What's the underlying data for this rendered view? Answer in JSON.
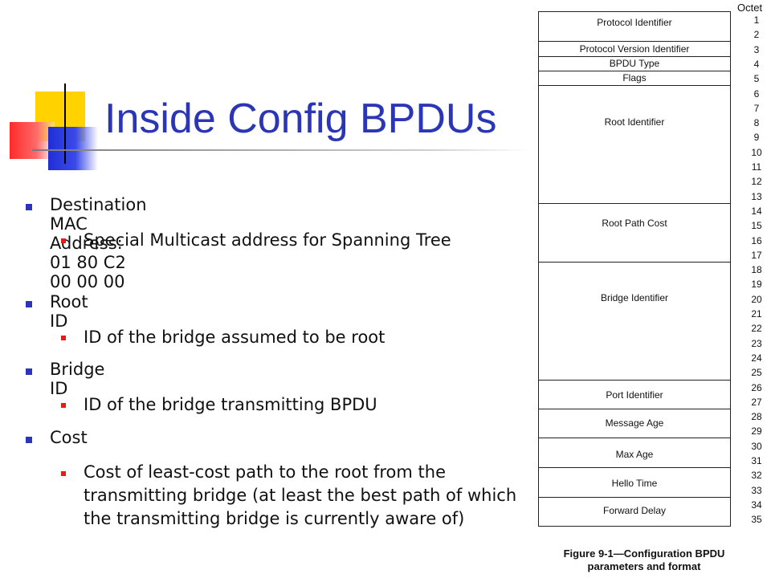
{
  "slide": {
    "title": "Inside Config BPDUs",
    "bullets": [
      {
        "text": "Destination MAC Address: 01 80 C2 00 00 00",
        "sub": [
          "Special Multicast address for Spanning Tree"
        ]
      },
      {
        "text": "Root ID",
        "sub": [
          "ID of the bridge assumed to be root"
        ]
      },
      {
        "text": "Bridge ID",
        "sub": [
          "ID of the bridge transmitting BPDU"
        ]
      },
      {
        "text": "Cost",
        "sub": [
          "Cost of least-cost path to the root from the transmitting bridge (at least the best path of which the transmitting bridge is currently aware of)"
        ]
      }
    ]
  },
  "figure": {
    "octet_header": "Octet",
    "fields": [
      {
        "label": "Protocol Identifier",
        "octets": [
          1,
          2
        ]
      },
      {
        "label": "Protocol Version Identifier",
        "octets": [
          3
        ]
      },
      {
        "label": "BPDU Type",
        "octets": [
          4
        ]
      },
      {
        "label": "Flags",
        "octets": [
          5
        ]
      },
      {
        "label": "Root Identifier",
        "octets": [
          6,
          13
        ]
      },
      {
        "label": "Root Path Cost",
        "octets": [
          14,
          17
        ]
      },
      {
        "label": "Bridge Identifier",
        "octets": [
          18,
          25
        ]
      },
      {
        "label": "Port Identifier",
        "octets": [
          26,
          27
        ]
      },
      {
        "label": "Message Age",
        "octets": [
          28,
          29
        ]
      },
      {
        "label": "Max Age",
        "octets": [
          30,
          31
        ]
      },
      {
        "label": "Hello Time",
        "octets": [
          32,
          33
        ]
      },
      {
        "label": "Forward Delay",
        "octets": [
          34,
          35
        ]
      }
    ],
    "octet_numbers": [
      "1",
      "2",
      "3",
      "4",
      "5",
      "6",
      "7",
      "8",
      "9",
      "10",
      "11",
      "12",
      "13",
      "14",
      "15",
      "16",
      "17",
      "18",
      "19",
      "20",
      "21",
      "22",
      "23",
      "24",
      "25",
      "26",
      "27",
      "28",
      "29",
      "30",
      "31",
      "32",
      "33",
      "34",
      "35"
    ],
    "caption_line1": "Figure 9-1—Configuration BPDU",
    "caption_line2": "parameters and format"
  },
  "colors": {
    "title": "#2b36b6",
    "bullet_l1": "#2b36b6",
    "bullet_l2": "#e21b1b"
  }
}
